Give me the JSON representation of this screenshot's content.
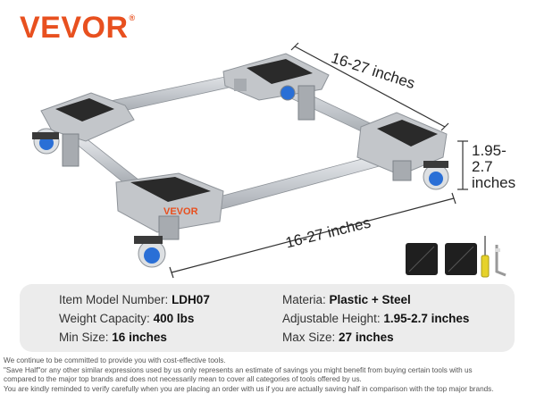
{
  "brand": {
    "logo_text": "VEVOR",
    "logo_mark": "®",
    "base_label": "VEVOR"
  },
  "colors": {
    "brand_orange": "#e8501f",
    "frame_silver": "#c9ccd0",
    "pad_black": "#2a2a2a",
    "wheel_blue": "#2a6fd6"
  },
  "dimensions": {
    "top_length": "16-27 inches",
    "bottom_length": "16-27 inches",
    "height_line1": "1.95-",
    "height_line2": "2.7",
    "height_line3": "inches"
  },
  "accessories": {
    "items": [
      "square-pad-icon",
      "square-pad-icon",
      "screwdriver-icon",
      "hex-wrench-icon"
    ]
  },
  "specs": {
    "model_label": "Item Model Number:",
    "model_value": "LDH07",
    "weight_label": "Weight Capacity:",
    "weight_value": "400 lbs",
    "min_label": "Min Size:",
    "min_value": "16 inches",
    "material_label": "Materia:",
    "material_value": "Plastic + Steel",
    "height_label": "Adjustable Height:",
    "height_value": "1.95-2.7 inches",
    "max_label": "Max Size:",
    "max_value": "27 inches"
  },
  "disclaimer": {
    "line1": "We continue to be committed to provide you with cost-effective tools.",
    "line2": "\"Save Half\"or any other similar expressions used by us only represents an estimate of savings you might benefit from buying certain tools with us",
    "line3": "compared to the major top brands and does not necessarily mean to cover all categories of tools offered by us.",
    "line4": "You are kindly reminded to verify carefully when you are placing an order with us if you are actually saving half in comparison with the top major brands."
  }
}
